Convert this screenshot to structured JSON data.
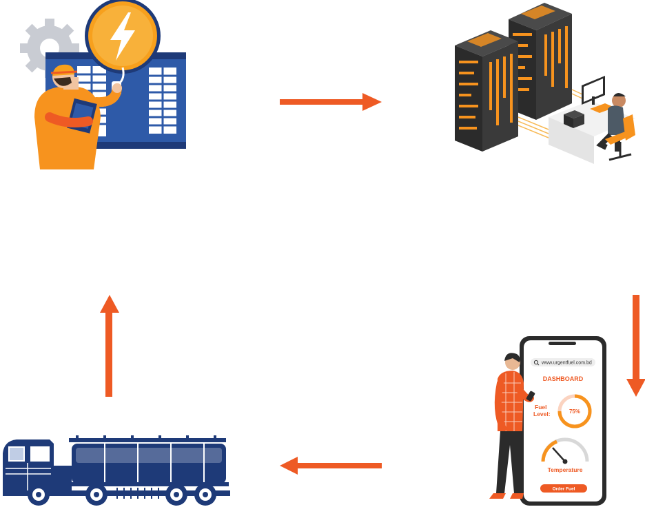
{
  "colors": {
    "accent": "#ee5a24",
    "accent_light": "#f7931e",
    "navy": "#1e3a78",
    "blue": "#2e5aa8",
    "dark": "#2b2b2b"
  },
  "nodes": [
    {
      "icon": "fuel-generator-worker-icon"
    },
    {
      "icon": "server-monitoring-icon"
    },
    {
      "icon": "mobile-dashboard-icon"
    },
    {
      "icon": "fuel-tanker-truck-icon"
    }
  ],
  "phone": {
    "url": "www.urgentfuel.com.bd",
    "title": "DASHBOARD",
    "fuel_label_1": "Fuel",
    "fuel_label_2": "Level:",
    "fuel_level_text": "75%",
    "fuel_level": 0.75,
    "temperature_label": "Temperature",
    "order_button": "Order Fuel"
  }
}
